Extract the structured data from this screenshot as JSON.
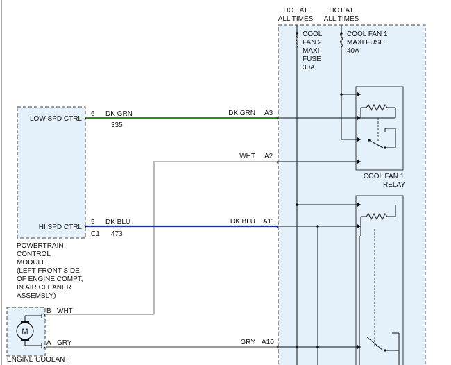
{
  "colors": {
    "dk_grn": "#2e8b20",
    "dk_blu": "#1f2fa0",
    "wht": "#b8b8b8",
    "gry": "#9a9a9a",
    "box_fill": "#e4f1fb",
    "ink": "#111111"
  },
  "hot_labels": {
    "left_l1": "HOT AT",
    "left_l2": "ALL TIMES",
    "right_l1": "HOT AT",
    "right_l2": "ALL TIMES"
  },
  "fuses": {
    "fan2": {
      "l1": "COOL",
      "l2": "FAN 2",
      "l3": "MAXI",
      "l4": "FUSE",
      "l5": "30A"
    },
    "fan1": {
      "l1": "COOL FAN 1",
      "l2": "MAXI FUSE",
      "l3": "40A"
    }
  },
  "relay": {
    "l1": "COOL FAN 1",
    "l2": "RELAY"
  },
  "pcm": {
    "low_spd_ctrl": "LOW SPD CTRL",
    "hi_spd_ctrl": "HI SPD CTRL",
    "connector": "C1",
    "name_lines": [
      "POWERTRAIN",
      "CONTROL",
      "MODULE",
      "(LEFT FRONT SIDE",
      "OF ENGINE COMPT,",
      "IN AIR CLEANER",
      "ASSEMBLY)"
    ]
  },
  "motor": {
    "symbol": "M",
    "pin_b": "B",
    "pin_a": "A",
    "name": "ENGINE COOLANT"
  },
  "wires": [
    {
      "id": "dk-grn",
      "pin_left": "6",
      "color_left": "DK GRN",
      "circuit": "335",
      "color_right": "DK GRN",
      "terminal": "A3"
    },
    {
      "id": "wht",
      "pin_left": "",
      "color_left": "",
      "circuit": "",
      "color_right": "WHT",
      "terminal": "A2"
    },
    {
      "id": "dk-blu",
      "pin_left": "5",
      "color_left": "DK BLU",
      "circuit": "473",
      "color_right": "DK BLU",
      "terminal": "A11"
    },
    {
      "id": "motor-wht",
      "pin_left": "",
      "color_left": "WHT",
      "circuit": "",
      "color_right": "",
      "terminal": ""
    },
    {
      "id": "gry",
      "pin_left": "",
      "color_left": "GRY",
      "circuit": "",
      "color_right": "GRY",
      "terminal": "A10"
    }
  ]
}
